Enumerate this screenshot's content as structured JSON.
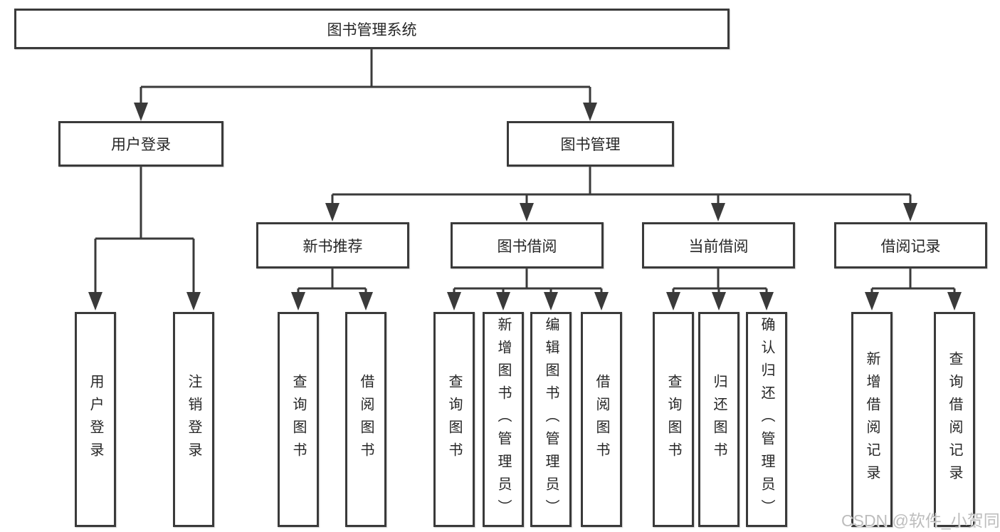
{
  "tree": {
    "label": "图书管理系统",
    "children": [
      {
        "label": "用户登录",
        "children": [
          {
            "label": "用户登录"
          },
          {
            "label": "注销登录"
          }
        ]
      },
      {
        "label": "图书管理",
        "children": [
          {
            "label": "新书推荐",
            "children": [
              {
                "label": "查询图书"
              },
              {
                "label": "借阅图书"
              }
            ]
          },
          {
            "label": "图书借阅",
            "children": [
              {
                "label": "查询图书"
              },
              {
                "label": "新增图书（管理员）"
              },
              {
                "label": "编辑图书（管理员）"
              },
              {
                "label": "借阅图书"
              }
            ]
          },
          {
            "label": "当前借阅",
            "children": [
              {
                "label": "查询图书"
              },
              {
                "label": "归还图书"
              },
              {
                "label": "确认归还（管理员）"
              }
            ]
          },
          {
            "label": "借阅记录",
            "children": [
              {
                "label": "新增借阅记录"
              },
              {
                "label": "查询借阅记录"
              }
            ]
          }
        ]
      }
    ]
  },
  "watermark": {
    "text": "CSDN @软件_小贺同学"
  },
  "colors": {
    "line": "#3a3a3a",
    "text": "#262626",
    "background": "#ffffff",
    "watermark": "#bdbdbd"
  }
}
